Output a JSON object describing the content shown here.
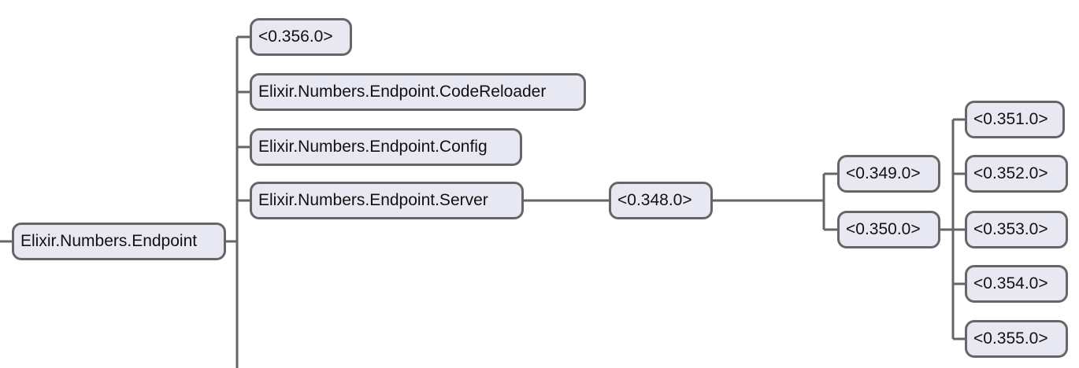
{
  "tree": {
    "root": {
      "label": "Elixir.Numbers.Endpoint"
    },
    "children": [
      {
        "label": "<0.356.0>"
      },
      {
        "label": "Elixir.Numbers.Endpoint.CodeReloader"
      },
      {
        "label": "Elixir.Numbers.Endpoint.Config"
      },
      {
        "label": "Elixir.Numbers.Endpoint.Server"
      }
    ],
    "server_child": {
      "label": "<0.348.0>"
    },
    "level3": [
      {
        "label": "<0.349.0>"
      },
      {
        "label": "<0.350.0>"
      }
    ],
    "level4": [
      {
        "label": "<0.351.0>"
      },
      {
        "label": "<0.352.0>"
      },
      {
        "label": "<0.353.0>"
      },
      {
        "label": "<0.354.0>"
      },
      {
        "label": "<0.355.0>"
      }
    ]
  },
  "colors": {
    "node_fill": "#e8e8f2",
    "node_border": "#666666",
    "edge": "#666666",
    "text": "#111111"
  }
}
